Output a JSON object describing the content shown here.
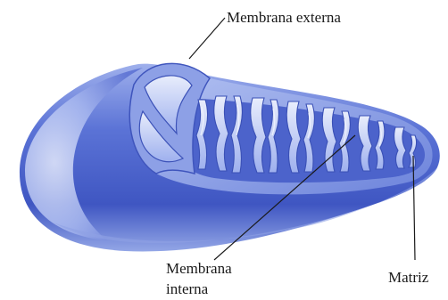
{
  "labels": {
    "outer_membrane": "Membrana externa",
    "inner_membrane_line1": "Membrana",
    "inner_membrane_line2": "interna",
    "matrix": "Matriz"
  }
}
